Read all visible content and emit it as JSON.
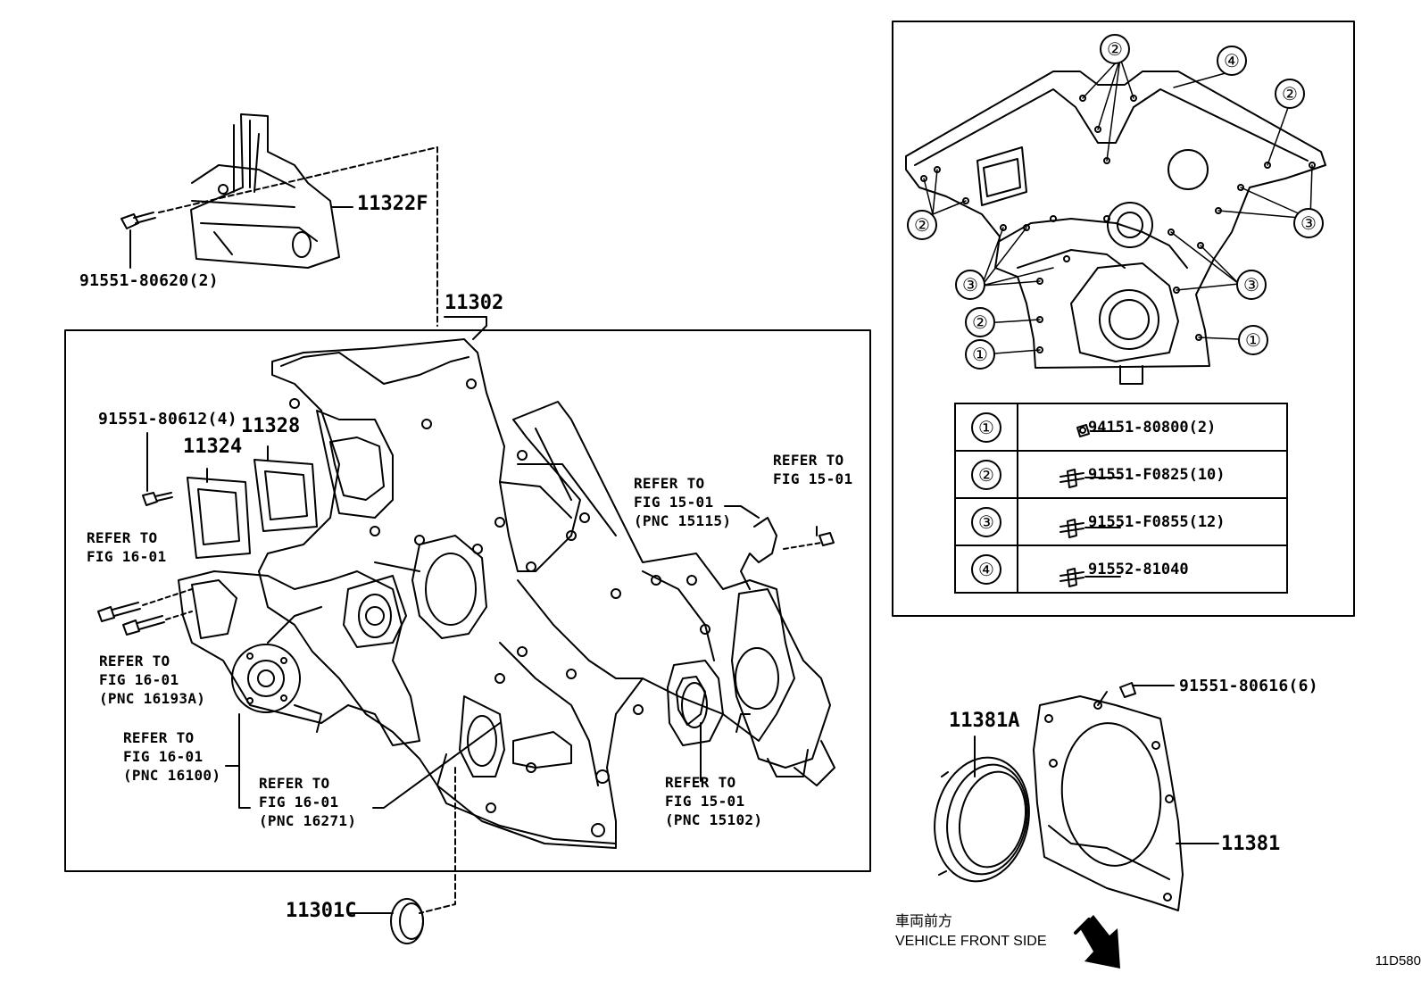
{
  "diagram_code": "11D580",
  "parts": {
    "p11322F": "11322F",
    "p91551_80620": "91551-80620(2)",
    "p11302": "11302",
    "p91551_80612": "91551-80612(4)",
    "p11328": "11328",
    "p11324": "11324",
    "p11301C": "11301C",
    "p11381A": "11381A",
    "p11381": "11381",
    "p91551_80616": "91551-80616(6)"
  },
  "refs": {
    "r1": "REFER TO\nFIG 16-01",
    "r2": "REFER TO\nFIG 16-01\n(PNC 16193A)",
    "r3": "REFER TO\nFIG 16-01\n(PNC 16100)",
    "r4": "REFER TO\nFIG 16-01\n(PNC 16271)",
    "r5": "REFER TO\nFIG 15-01\n(PNC 15115)",
    "r6": "REFER TO\nFIG 15-01",
    "r7": "REFER TO\nFIG 15-01\n(PNC 15102)"
  },
  "legend": [
    {
      "num": "①",
      "part": "94151-80800(2)"
    },
    {
      "num": "②",
      "part": "91551-F0825(10)"
    },
    {
      "num": "③",
      "part": "91551-F0855(12)"
    },
    {
      "num": "④",
      "part": "91552-81040"
    }
  ],
  "front_label": {
    "jp": "車両前方",
    "en": "VEHICLE FRONT SIDE"
  }
}
